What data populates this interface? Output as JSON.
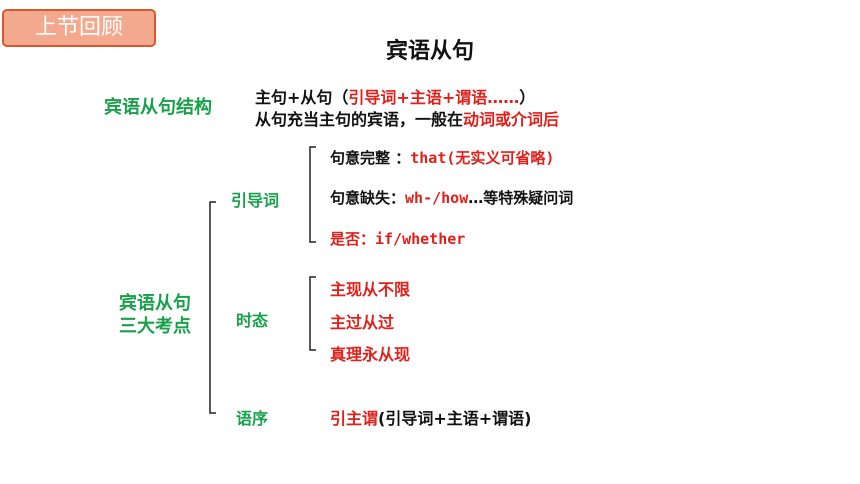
{
  "review_tag": "上节回顾",
  "title": "宾语从句",
  "structure": {
    "label": "宾语从句结构",
    "line1": {
      "prefix": "主句+从句（",
      "red": "引导词+主语+谓语……",
      "suffix": "）"
    },
    "line2": {
      "prefix": "从句充当主句的宾语，一般在",
      "red": "动词或介词后"
    }
  },
  "key_points": {
    "label_line1": "宾语从句",
    "label_line2": "三大考点",
    "intro_word": {
      "label": "引导词",
      "items": [
        {
          "black": "句意完整 ：",
          "red": "that(无实义可省略)"
        },
        {
          "black": "句意缺失：",
          "red": "wh-/how",
          "black2": "…等特殊疑问词"
        },
        {
          "red": "是否：if/whether"
        }
      ]
    },
    "tense": {
      "label": "时态",
      "items": [
        "主现从不限",
        "主过从过",
        "真理永从现"
      ]
    },
    "word_order": {
      "label": "语序",
      "red": "引主谓",
      "black": "(引导词+主语+谓语)"
    }
  },
  "colors": {
    "green": "#19a04a",
    "red": "#e0201a",
    "tag_fill": "#f3a98e",
    "tag_border": "#d9572c"
  }
}
